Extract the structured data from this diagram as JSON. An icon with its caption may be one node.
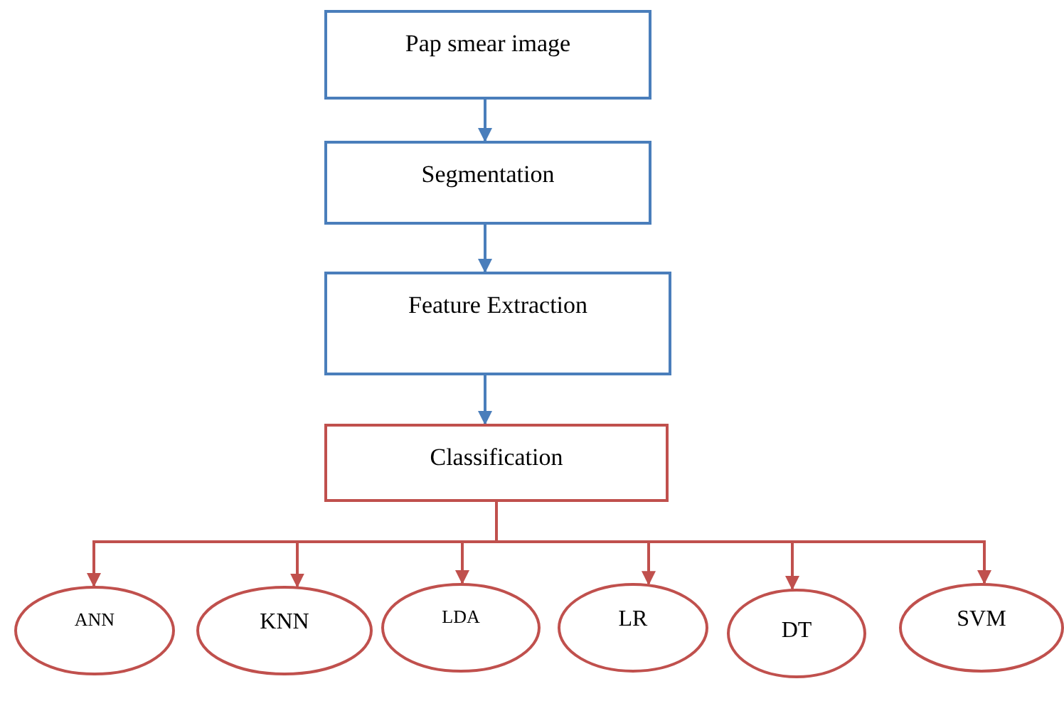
{
  "diagram": {
    "nodes": [
      {
        "text": [
          "Pap smear image"
        ]
      },
      {
        "text": [
          "Segmentation"
        ]
      },
      {
        "text": [
          "Feature Extraction"
        ]
      },
      {
        "text": [
          "Classification"
        ]
      },
      {
        "text": [
          "ANN"
        ]
      },
      {
        "text": [
          "KNN"
        ]
      },
      {
        "text": [
          "LDA"
        ]
      },
      {
        "text": [
          "LR"
        ]
      },
      {
        "text": [
          "DT"
        ]
      },
      {
        "text": [
          "SVM"
        ]
      }
    ],
    "edges": [
      {
        "from": 0,
        "to": 1,
        "arrow": "to",
        "color": "#4a7ebb"
      },
      {
        "from": 1,
        "to": 2,
        "arrow": "to",
        "color": "#4a7ebb"
      },
      {
        "from": 2,
        "to": 3,
        "arrow": "to",
        "color": "#4a7ebb"
      },
      {
        "from": 3,
        "to": 4,
        "arrow": "to"
      },
      {
        "from": 3,
        "to": 5,
        "arrow": "to"
      },
      {
        "from": 3,
        "to": 6,
        "arrow": "to"
      },
      {
        "from": 3,
        "to": 7,
        "arrow": "to"
      },
      {
        "from": 3,
        "to": 8,
        "arrow": "to"
      },
      {
        "from": 3,
        "to": 9,
        "arrow": "to"
      }
    ]
  }
}
